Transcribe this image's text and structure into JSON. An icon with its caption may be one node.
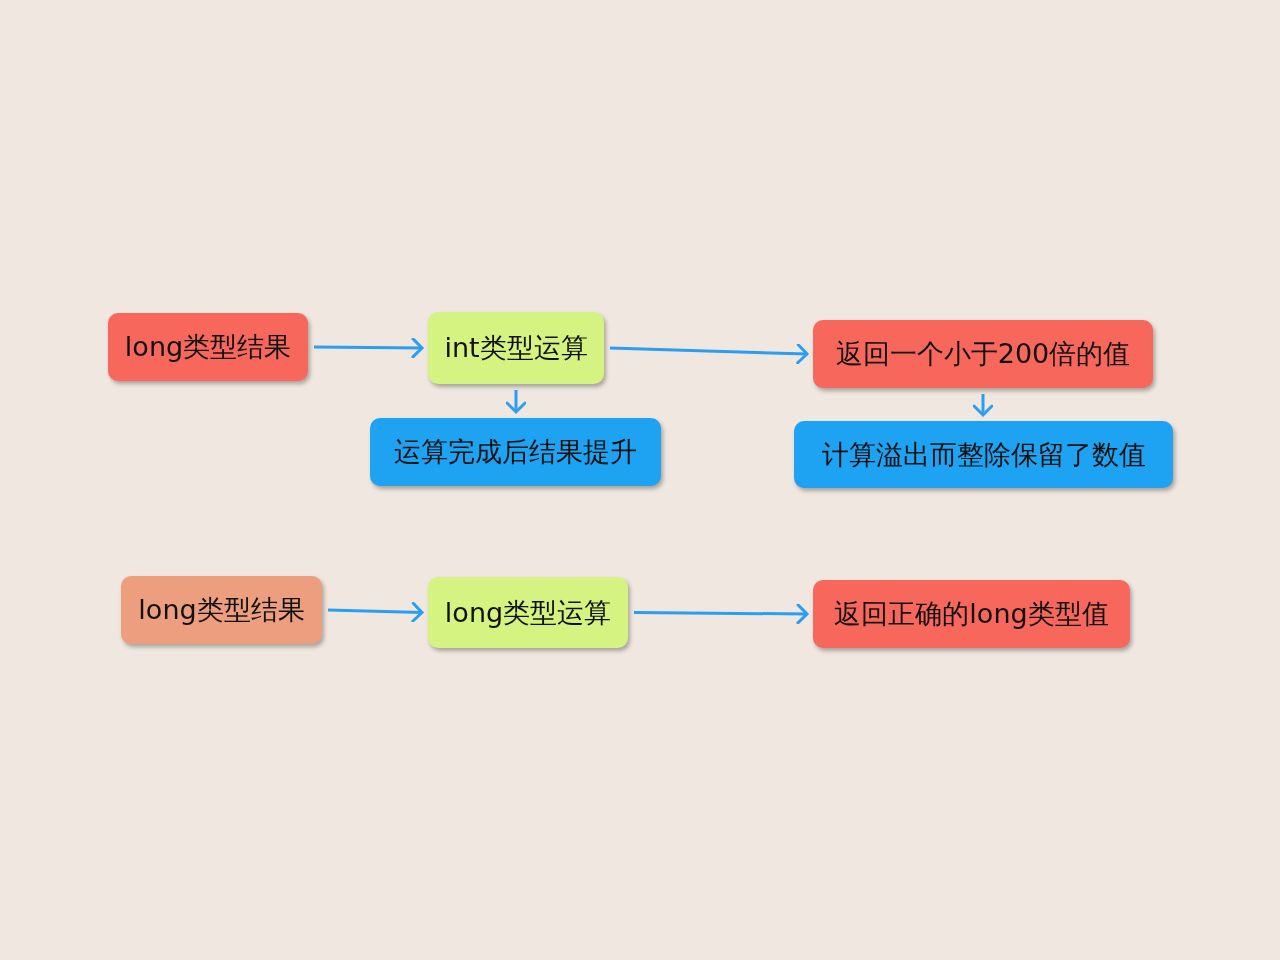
{
  "diagram": {
    "nodes": [
      {
        "text": [
          "long类型结果"
        ]
      },
      {
        "text": [
          "int类型运算"
        ]
      },
      {
        "text": [
          "返回一个小于200倍的值"
        ]
      },
      {
        "text": [
          "运算完成后结果提升"
        ]
      },
      {
        "text": [
          "计算溢出而整除保留了数值"
        ]
      },
      {
        "text": [
          "long类型结果"
        ]
      },
      {
        "text": [
          "long类型运算"
        ]
      },
      {
        "text": [
          "返回正确的long类型值"
        ]
      }
    ],
    "edges": [
      {
        "from": 0,
        "to": 1,
        "arrow": "to"
      },
      {
        "from": 1,
        "to": 2,
        "arrow": "to"
      },
      {
        "from": 1,
        "to": 3,
        "arrow": "to"
      },
      {
        "from": 2,
        "to": 4,
        "arrow": "to"
      },
      {
        "from": 5,
        "to": 6,
        "arrow": "to"
      },
      {
        "from": 6,
        "to": 7,
        "arrow": "to"
      }
    ]
  }
}
